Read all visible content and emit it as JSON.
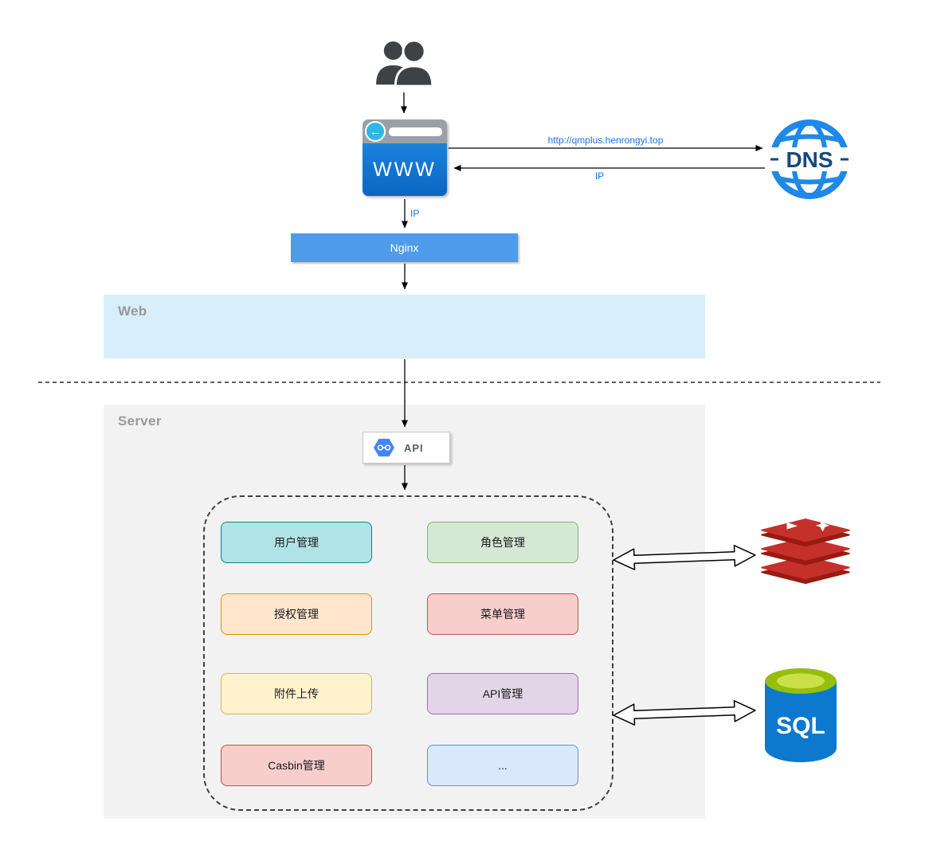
{
  "colors": {
    "arrow_label": "#1a73e8",
    "nginx_bar": "#4e9ce9",
    "web_band": "#d8eefa",
    "server_bg": "#f2f2f2",
    "section_label": "#999999",
    "browser_topbar": "#9aa0a6",
    "browser_body": "#0b66c3",
    "browser_back_btn": "#2cb9e8",
    "dns_blue": "#1f88e9",
    "dns_text": "#17497e",
    "api_hexagon": "#4285f4",
    "redis_red": "#c6302b",
    "redis_dark": "#991b12",
    "sql_body": "#0c79cf",
    "sql_top": "#96be0d",
    "sql_top_inner": "#c9e04b",
    "module_text": "#1a1a1a"
  },
  "diagram": {
    "client": {
      "browser_label": "WWW",
      "back_glyph": "←"
    },
    "dns": {
      "label": "DNS"
    },
    "links": {
      "request_url": "http://qmplus.henrongyi.top",
      "dns_response": "IP",
      "nginx_ip": "IP"
    },
    "nginx": {
      "label": "Nginx"
    },
    "sections": {
      "web": "Web",
      "server": "Server"
    },
    "api": {
      "label": "API"
    },
    "modules": [
      {
        "label": "用户管理",
        "fill": "#b0e3e6",
        "stroke": "#0e8088"
      },
      {
        "label": "角色管理",
        "fill": "#d5e8d4",
        "stroke": "#82b366"
      },
      {
        "label": "授权管理",
        "fill": "#ffe6cc",
        "stroke": "#d79b00"
      },
      {
        "label": "菜单管理",
        "fill": "#f8cecc",
        "stroke": "#b85450"
      },
      {
        "label": "附件上传",
        "fill": "#fff2cc",
        "stroke": "#d6b656"
      },
      {
        "label": "API管理",
        "fill": "#e1d5e7",
        "stroke": "#9673a6"
      },
      {
        "label": "Casbin管理",
        "fill": "#f8cecc",
        "stroke": "#b85450"
      },
      {
        "label": "...",
        "fill": "#dae8fc",
        "stroke": "#6c8ebf"
      }
    ],
    "sql": {
      "label": "SQL"
    },
    "icons": {
      "users": "users-icon",
      "browser": "browser-icon",
      "dns": "dns-globe-icon",
      "api": "api-hexagon-icon",
      "redis": "redis-stack-icon",
      "sql": "sql-database-icon"
    }
  }
}
